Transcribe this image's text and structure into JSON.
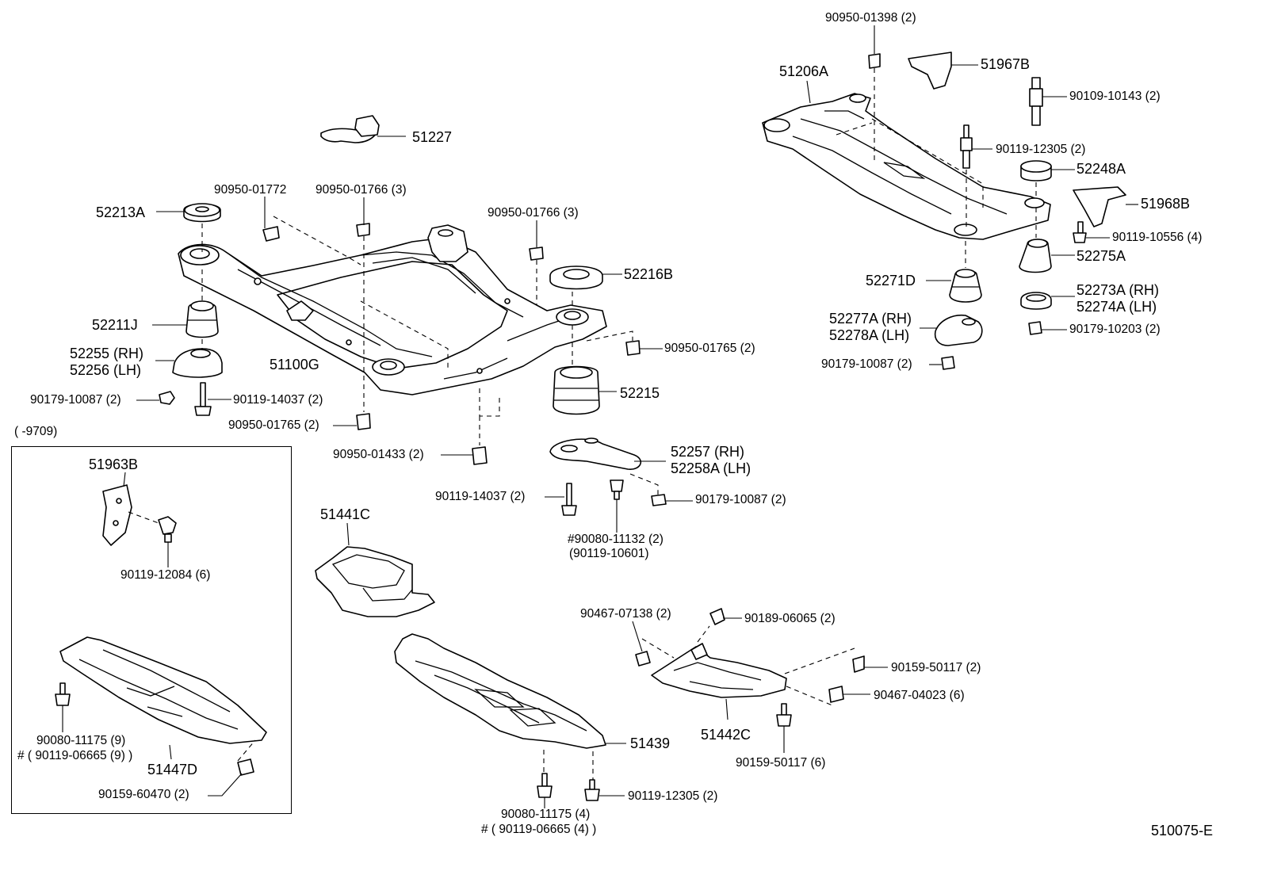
{
  "drawing_id": "510075-E",
  "inset_caption": "(        -9709)",
  "labels": {
    "p51227": "51227",
    "p90950_01772": "90950-01772",
    "p90950_01766_3a": "90950-01766 (3)",
    "p90950_01766_3b": "90950-01766 (3)",
    "p52213a": "52213A",
    "p52216b": "52216B",
    "p52211j": "52211J",
    "p52255": "52255 (RH)",
    "p52256": "52256 (LH)",
    "p51100g": "51100G",
    "p90950_01765_2r": "90950-01765 (2)",
    "p52215": "52215",
    "p90179_10087_2a": "90179-10087 (2)",
    "p90119_14037_2a": "90119-14037 (2)",
    "p90950_01765_2b": "90950-01765 (2)",
    "p90950_01433": "90950-01433 (2)",
    "p52257": "52257  (RH)",
    "p52258a": "52258A (LH)",
    "p90119_14037_2b": "90119-14037 (2)",
    "p90179_10087_2b": "90179-10087 (2)",
    "p90080_11132": "#90080-11132 (2)",
    "p90119_10601": "(90119-10601)",
    "p90950_01398": "90950-01398 (2)",
    "p51967b": "51967B",
    "p51206a": "51206A",
    "p90109_10143": "90109-10143 (2)",
    "p90119_12305_2a": "90119-12305 (2)",
    "p52248a": "52248A",
    "p51968b": "51968B",
    "p90119_10556": "90119-10556 (4)",
    "p52275a": "52275A",
    "p52271d": "52271D",
    "p52273a": "52273A (RH)",
    "p52274a": "52274A (LH)",
    "p52277a": "52277A (RH)",
    "p52278a": "52278A (LH)",
    "p90179_10203": "90179-10203 (2)",
    "p90179_10087_2c": "90179-10087 (2)",
    "p51963b": "51963B",
    "p90119_12084": "90119-12084 (6)",
    "p90080_11175_9": "90080-11175 (9)",
    "p90119_06665_9": "# ( 90119-06665 (9) )",
    "p51447d": "51447D",
    "p90159_60470": "90159-60470 (2)",
    "p51441c": "51441C",
    "p51439": "51439",
    "p90080_11175_4": "90080-11175 (4)",
    "p90119_06665_4": "# ( 90119-06665 (4) )",
    "p90119_12305_2b": "90119-12305 (2)",
    "p90467_07138": "90467-07138 (2)",
    "p90189_06065": "90189-06065 (2)",
    "p90159_50117_2": "90159-50117 (2)",
    "p90467_04023": "90467-04023 (6)",
    "p51442c": "51442C",
    "p90159_50117_6": "90159-50117 (6)"
  }
}
